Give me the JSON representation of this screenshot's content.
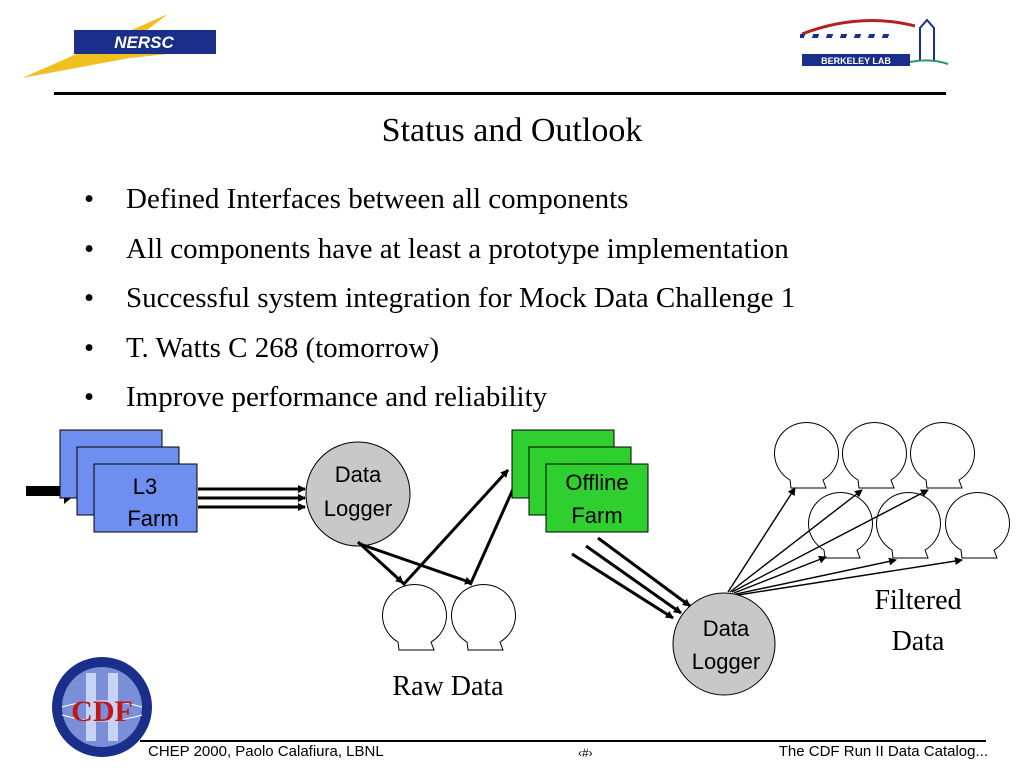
{
  "header": {
    "nersc_logo_text": "NERSC",
    "berkeley_logo_text": "BERKELEY LAB"
  },
  "slide": {
    "title": "Status and Outlook",
    "bullets": [
      "Defined Interfaces between all components",
      "All components have at least a prototype implementation",
      "Successful system integration for Mock Data Challenge 1",
      "T. Watts C 268 (tomorrow)",
      "Improve performance and reliability"
    ],
    "bullet_marker": "•"
  },
  "diagram": {
    "l3_farm_line1": "L3",
    "l3_farm_line2": "Farm",
    "data_logger1_line1": "Data",
    "data_logger1_line2": "Logger",
    "offline_farm_line1": "Offline",
    "offline_farm_line2": "Farm",
    "data_logger2_line1": "Data",
    "data_logger2_line2": "Logger",
    "raw_data_label": "Raw Data",
    "filtered_data_line1": "Filtered",
    "filtered_data_line2": "Data",
    "colors": {
      "l3_farm": "#6e8ef0",
      "offline_farm": "#2ecf2e",
      "data_logger": "#c8c8c8"
    }
  },
  "footer": {
    "left": "CHEP 2000, Paolo Calafiura, LBNL",
    "center": "‹#›",
    "right": "The CDF Run II Data Catalog..."
  },
  "cdf_logo_text": "CDF"
}
